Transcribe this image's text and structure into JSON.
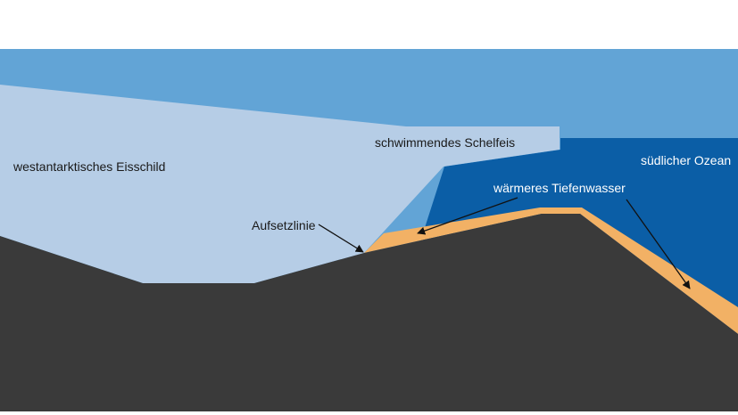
{
  "labels": {
    "ice_sheet": "westantarktisches Eisschild",
    "ice_shelf": "schwimmendes Schelfeis",
    "ocean": "südlicher Ozean",
    "deep_water": "wärmeres Tiefenwasser",
    "grounding_line": "Aufsetzlinie"
  },
  "colors": {
    "sky": "#62a4d6",
    "ice": "#b6cde6",
    "ocean": "#0b5ea6",
    "bedrock": "#3a3a3a",
    "warm_water": "#f2b165",
    "text_dark": "#1a1a1a",
    "text_light": "#ffffff"
  }
}
